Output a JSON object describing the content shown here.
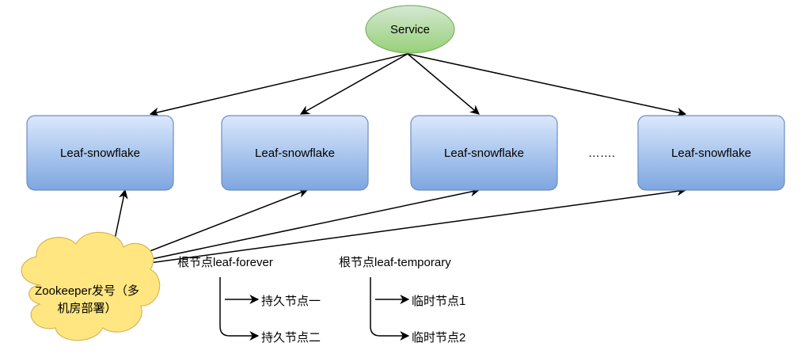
{
  "service": {
    "label": "Service"
  },
  "leaf_nodes": [
    {
      "label": "Leaf-snowflake"
    },
    {
      "label": "Leaf-snowflake"
    },
    {
      "label": "Leaf-snowflake"
    },
    {
      "label": "Leaf-snowflake"
    }
  ],
  "ellipsis": "…….",
  "zookeeper": {
    "line1": "Zookeeper发号（多",
    "line2": "机房部署）"
  },
  "forever": {
    "root": "根节点leaf-forever",
    "children": [
      "持久节点一",
      "持久节点二"
    ]
  },
  "temporary": {
    "root": "根节点leaf-temporary",
    "children": [
      "临时节点1",
      "临时节点2"
    ]
  },
  "colors": {
    "service_fill_top": "#d5e8d4",
    "service_fill_bottom": "#97d077",
    "service_stroke": "#82b366",
    "leaf_fill_top": "#dae8fc",
    "leaf_fill_bottom": "#7ea6e0",
    "leaf_stroke": "#6c8ebf",
    "cloud_fill": "#ffe680",
    "cloud_stroke": "#d6b656"
  }
}
